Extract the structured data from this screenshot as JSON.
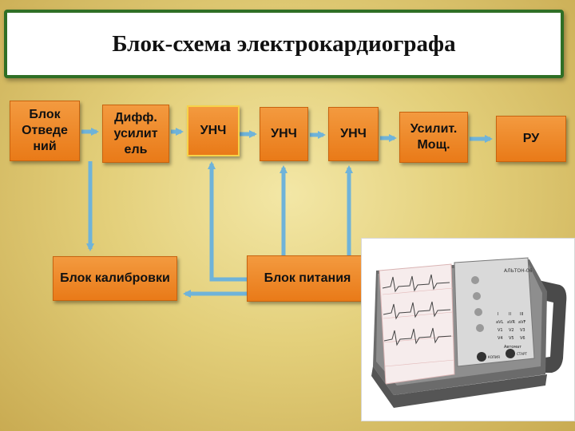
{
  "title": "Блок-схема электрокардиографа",
  "blocks": {
    "leads": "Блок Отведе ний",
    "diff": "Дифф. усилит ель",
    "unch1": "УНЧ",
    "unch2": "УНЧ",
    "unch3": "УНЧ",
    "power_amp": "Усилит. Мощ.",
    "ru": "РУ",
    "calibration": "Блок калибровки",
    "power_supply": "Блок питания"
  },
  "device": {
    "brand": "АЛЬТОН-06",
    "buttons": [
      "КОПИЯ",
      "СТАРТ"
    ],
    "leads_grid": [
      "I",
      "II",
      "III",
      "aVL",
      "aVR",
      "aVF",
      "V1",
      "V2",
      "V3",
      "V4",
      "V5",
      "V6"
    ],
    "mode_label": "Автомат"
  },
  "colors": {
    "block_fill": "#ef8b2c",
    "arrow": "#6fb3d9",
    "frame_border": "#2f6f25"
  }
}
